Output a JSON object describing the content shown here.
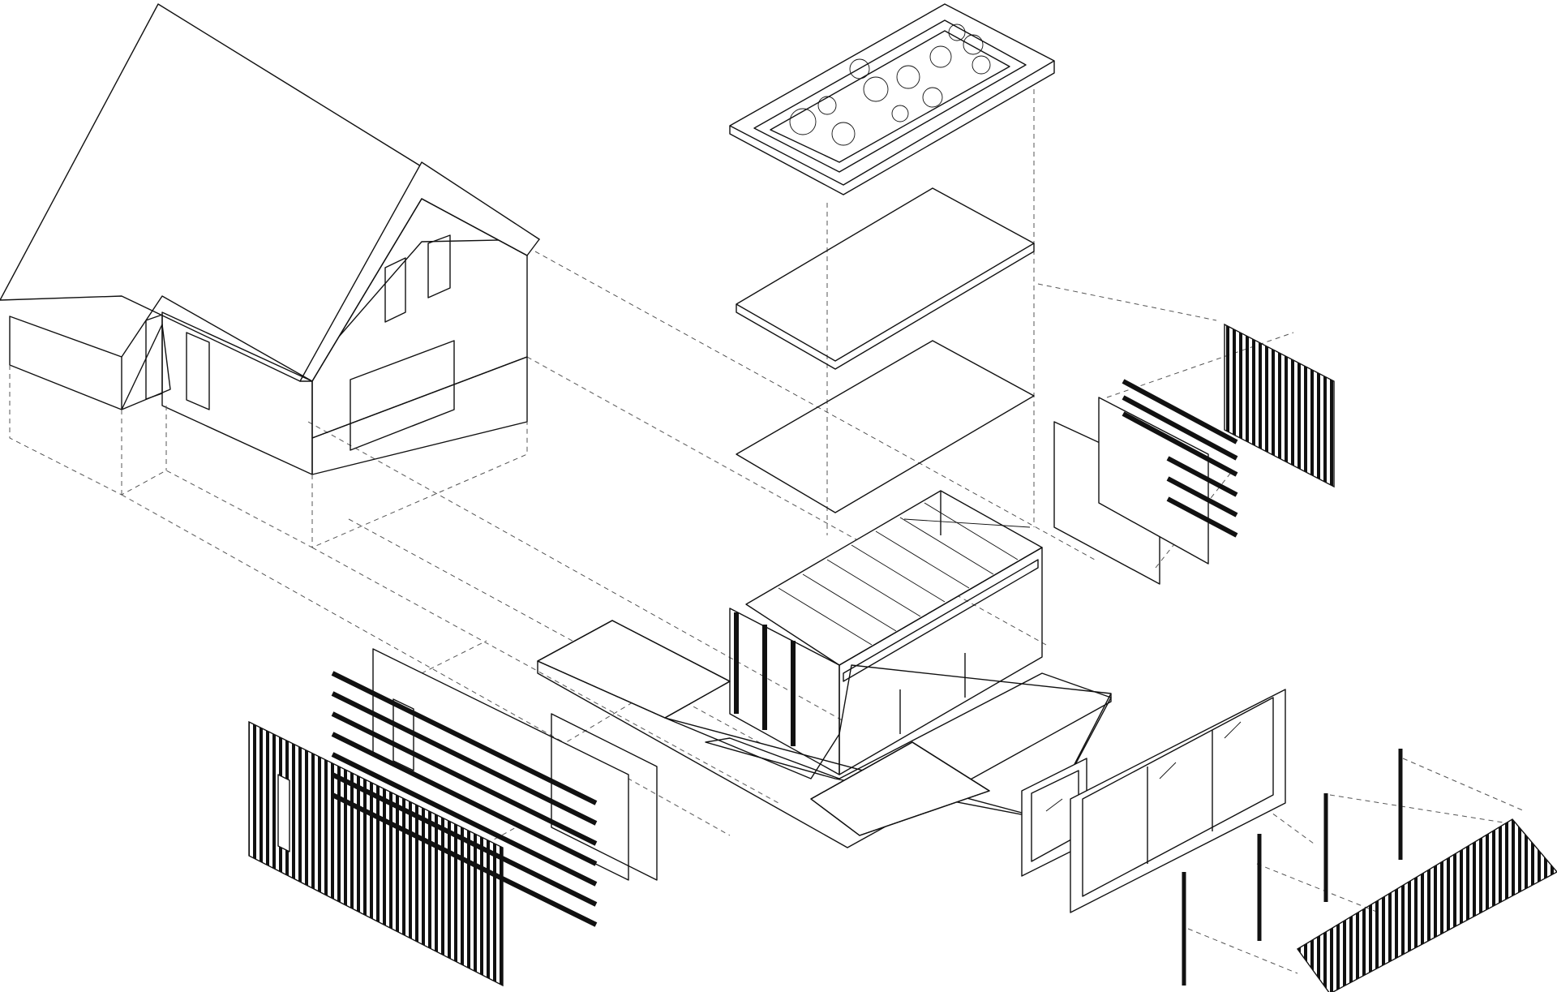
{
  "diagram": {
    "type": "exploded axonometric",
    "components": [
      {
        "id": "existing-house",
        "icon": "house-icon"
      },
      {
        "id": "green-roof-planting",
        "icon": "plant-icon"
      },
      {
        "id": "roof-membrane-layer",
        "icon": "layer-icon"
      },
      {
        "id": "roof-insulation-layer",
        "icon": "layer-icon"
      },
      {
        "id": "timber-frame-extension",
        "icon": "frame-icon"
      },
      {
        "id": "timber-deck-floor",
        "icon": "deck-icon"
      },
      {
        "id": "side-wall-layers",
        "icon": "wall-icon"
      },
      {
        "id": "front-wall-layers",
        "icon": "wall-icon"
      },
      {
        "id": "glazed-facade",
        "icon": "window-icon"
      },
      {
        "id": "awning-and-posts",
        "icon": "canopy-icon"
      }
    ],
    "colors": {
      "line": "#111111",
      "dash": "#555555",
      "background": "#ffffff"
    }
  }
}
